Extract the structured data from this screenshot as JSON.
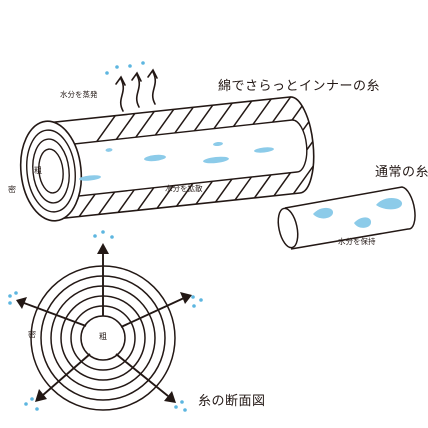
{
  "colors": {
    "line": "#231815",
    "water": "#8ccbe9",
    "dot": "#5db6e0",
    "background": "#ffffff"
  },
  "labels": {
    "evaporation": "水分を蒸発",
    "cotton_inner_title": "綿でさらっとインナーの糸",
    "coarse_long": "粗",
    "dense_long": "密",
    "diffusion": "水分を拡散",
    "normal_yarn_title": "通常の糸",
    "retention": "水分を保持",
    "dense_cross": "密",
    "coarse_cross": "粗",
    "cross_section_title": "糸の断面図"
  }
}
